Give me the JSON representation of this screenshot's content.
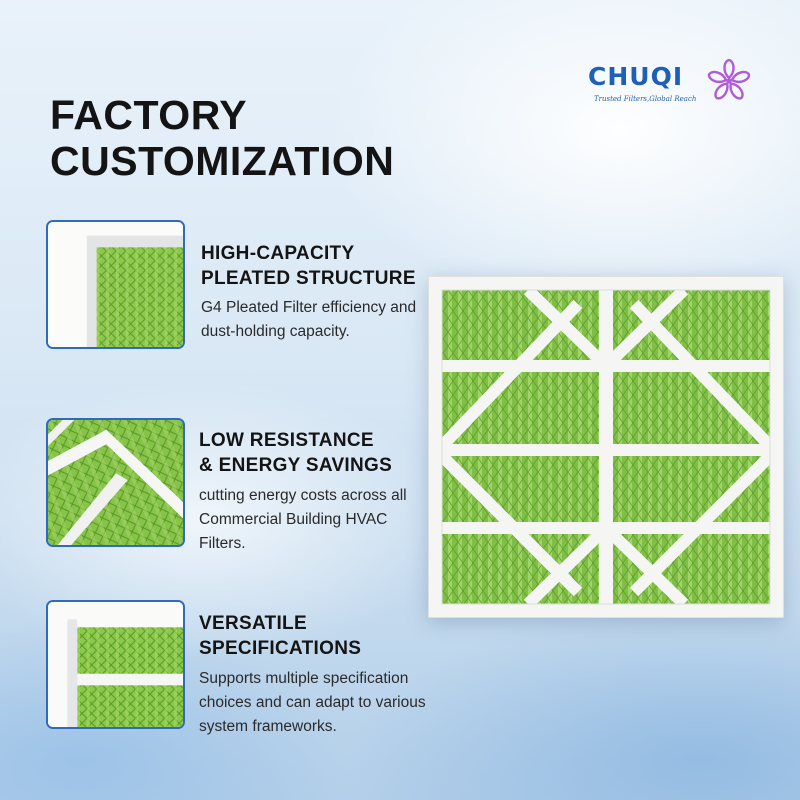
{
  "brand": {
    "name": "CHUQI",
    "tagline": "Trusted Filters,Global Reach",
    "flower_color": "#b15bd6",
    "word_color": "#1f5fb8"
  },
  "title": {
    "line1": "FACTORY",
    "line2": "CUSTOMIZATION"
  },
  "features": [
    {
      "title_line1": "HIGH-CAPACITY",
      "title_line2": "PLEATED STRUCTURE",
      "description": "G4 Pleated Filter efficiency and dust-holding capacity.",
      "image": "filter-corner-closeup"
    },
    {
      "title_line1": "LOW RESISTANCE",
      "title_line2": "& ENERGY SAVINGS",
      "description": "cutting energy costs across all Commercial Building HVAC Filters.",
      "image": "filter-diagonal-frame-closeup"
    },
    {
      "title_line1": "VERSATILE",
      "title_line2": "SPECIFICATIONS",
      "description": "Supports multiple specification choices and can adapt to various system frameworks.",
      "image": "filter-edge-closeup"
    }
  ],
  "colors": {
    "accent_border": "#2f6bb8",
    "media_green": "#7cc043",
    "frame_white": "#f7f7f5"
  }
}
